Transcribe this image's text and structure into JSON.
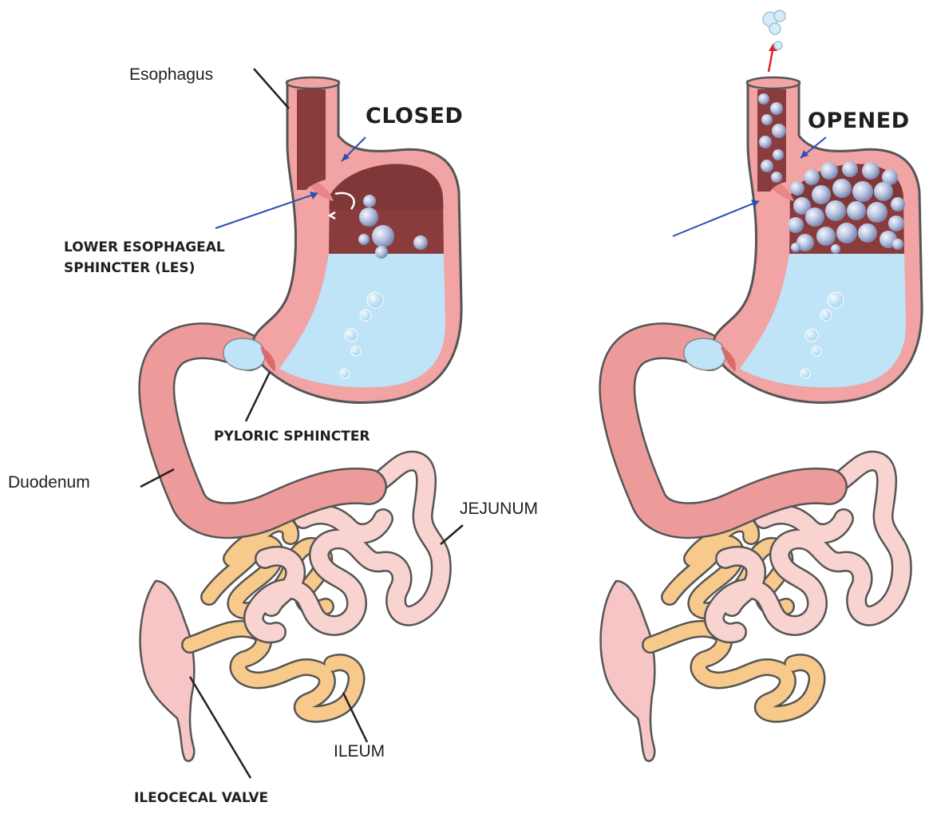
{
  "labels": {
    "esophagus": "Esophagus",
    "closed": "CLOSED",
    "opened": "OPENED",
    "les_line1": "LOWER ESOPHAGEAL",
    "les_line2": "SPHINCTER (LES)",
    "pyloric": "PYLORIC SPHINCTER",
    "duodenum": "Duodenum",
    "jejunum": "JEJUNUM",
    "ileum": "ILEUM",
    "ileocecal": "ILEOCECAL VALVE"
  },
  "colors": {
    "stomach_wall": "#f2a3a3",
    "wall_outline": "#555555",
    "lining": "#e98686",
    "gas": "#8a3c3c",
    "fluid": "#bfe3f7",
    "duodenum": "#ec9a9a",
    "jejunum": "#f8d3d0",
    "ileum": "#f7c98a",
    "colon": "#f7c5c5",
    "pointer_blue": "#2b4fb3",
    "pointer_red": "#d9262c",
    "bubble": "#c7d2ea"
  }
}
